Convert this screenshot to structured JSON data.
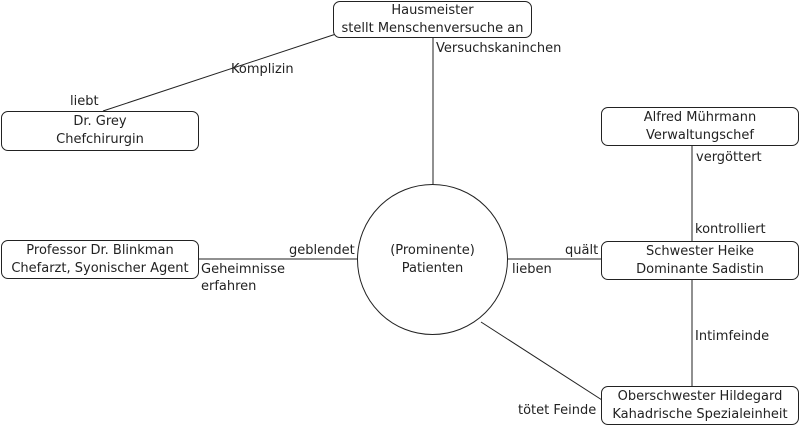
{
  "nodes": {
    "hausmeister": {
      "line1": "Hausmeister",
      "line2": "stellt Menschenversuche an"
    },
    "grey": {
      "line1": "Dr. Grey",
      "line2": "Chefchirurgin"
    },
    "muehrmann": {
      "line1": "Alfred Mührmann",
      "line2": "Verwaltungschef"
    },
    "blinkman": {
      "line1": "Professor Dr. Blinkman",
      "line2": "Chefarzt, Syonischer Agent"
    },
    "patienten": {
      "line1": "(Prominente)",
      "line2": "Patienten"
    },
    "heike": {
      "line1": "Schwester Heike",
      "line2": "Dominante Sadistin"
    },
    "hildegard": {
      "line1": "Oberschwester Hildegard",
      "line2": "Kahadrische Spezialeinheit"
    }
  },
  "edges": {
    "komplizin": "Komplizin",
    "liebt": "liebt",
    "versuchskaninchen": "Versuchskaninchen",
    "vergoettert": "vergöttert",
    "kontrolliert": "kontrolliert",
    "geblendet": "geblendet",
    "geheimnisse_1": "Geheimnisse",
    "geheimnisse_2": "erfahren",
    "quaelt": "quält",
    "lieben": "lieben",
    "intimfeinde": "Intimfeinde",
    "toetet_feinde": "tötet Feinde"
  }
}
